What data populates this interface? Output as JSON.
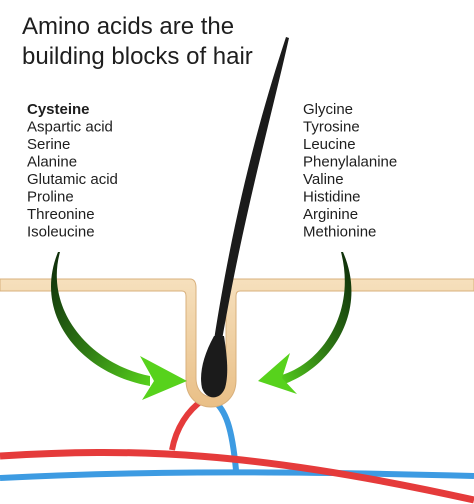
{
  "title_lines": [
    "Amino acids are the",
    "building blocks of hair"
  ],
  "left_column": [
    {
      "name": "Cysteine",
      "emphasized": true
    },
    {
      "name": "Aspartic acid",
      "emphasized": false
    },
    {
      "name": "Serine",
      "emphasized": false
    },
    {
      "name": "Alanine",
      "emphasized": false
    },
    {
      "name": "Glutamic acid",
      "emphasized": false
    },
    {
      "name": "Proline",
      "emphasized": false
    },
    {
      "name": "Threonine",
      "emphasized": false
    },
    {
      "name": "Isoleucine",
      "emphasized": false
    }
  ],
  "right_column": [
    {
      "name": "Glycine",
      "emphasized": false
    },
    {
      "name": "Tyrosine",
      "emphasized": false
    },
    {
      "name": "Leucine",
      "emphasized": false
    },
    {
      "name": "Phenylalanine",
      "emphasized": false
    },
    {
      "name": "Valine",
      "emphasized": false
    },
    {
      "name": "Histidine",
      "emphasized": false
    },
    {
      "name": "Arginine",
      "emphasized": false
    },
    {
      "name": "Methionine",
      "emphasized": false
    }
  ],
  "colors": {
    "text": "#1e1e1e",
    "skin_surface": "#f3d5a8",
    "skin_edge": "#d8b07c",
    "hair": "#1b1b1b",
    "artery": "#e53b3b",
    "vein": "#3d9be2",
    "arrow_dark": "#0d2a0a",
    "arrow_light": "#57d21c"
  }
}
